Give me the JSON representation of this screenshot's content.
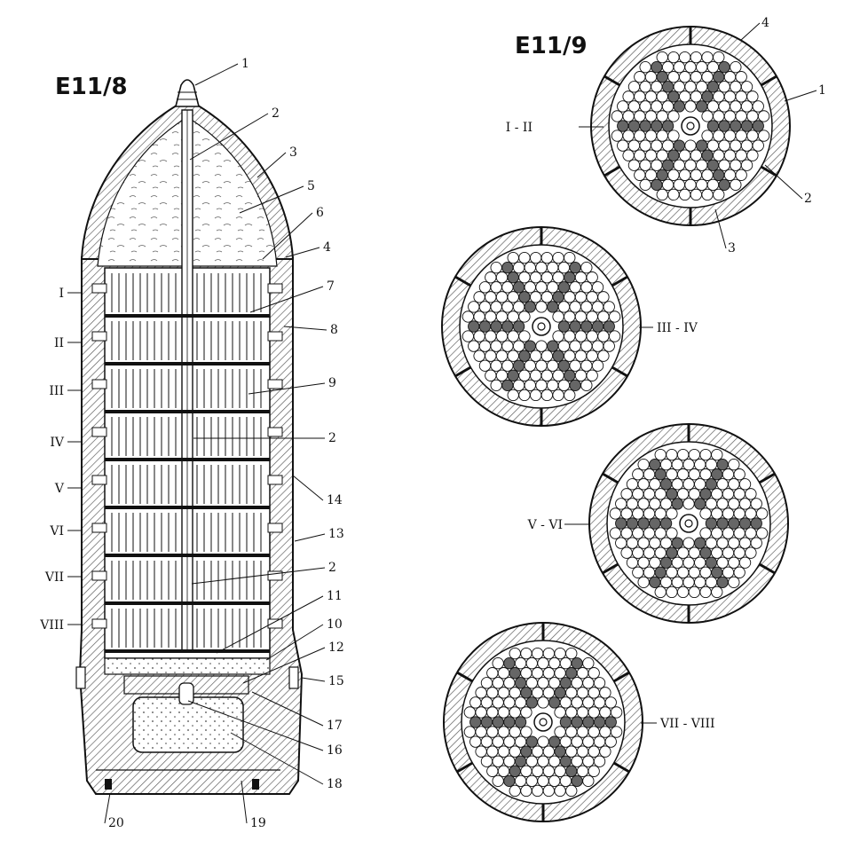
{
  "figure_left": {
    "title": "E11/8",
    "section_labels": [
      "I",
      "II",
      "III",
      "IV",
      "V",
      "VI",
      "VII",
      "VIII"
    ],
    "callouts": [
      "1",
      "2",
      "3",
      "5",
      "6",
      "4",
      "7",
      "8",
      "9",
      "2",
      "14",
      "13",
      "2",
      "11",
      "10",
      "12",
      "15",
      "17",
      "16",
      "18",
      "20",
      "19"
    ]
  },
  "figure_right": {
    "title": "E11/9",
    "disc_labels": [
      "I - II",
      "III - IV",
      "V - VI",
      "VII - VIII"
    ],
    "callouts": [
      "4",
      "1",
      "2",
      "3"
    ]
  },
  "colors": {
    "ink": "#111111",
    "hatch": "#555555",
    "filled_ball": "#666666",
    "paper": "#ffffff"
  }
}
